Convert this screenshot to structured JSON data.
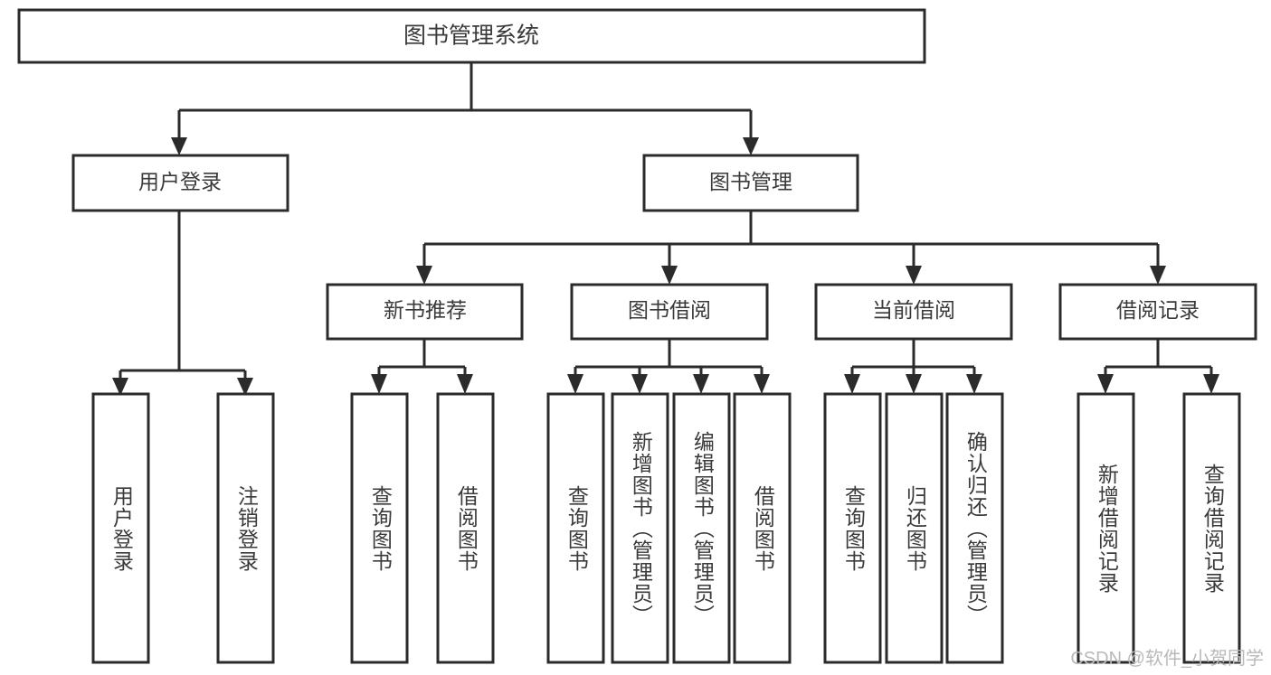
{
  "diagram": {
    "type": "hierarchy-tree",
    "title": "图书管理系统",
    "root": {
      "id": "root",
      "label": "图书管理系统"
    },
    "level1": [
      {
        "id": "user-login",
        "label": "用户登录"
      },
      {
        "id": "book-management",
        "label": "图书管理"
      }
    ],
    "level2": [
      {
        "id": "new-book-recommend",
        "label": "新书推荐",
        "parent": "book-management"
      },
      {
        "id": "book-borrow",
        "label": "图书借阅",
        "parent": "book-management"
      },
      {
        "id": "current-borrow",
        "label": "当前借阅",
        "parent": "book-management"
      },
      {
        "id": "borrow-record",
        "label": "借阅记录",
        "parent": "book-management"
      }
    ],
    "leaves": {
      "user-login": [
        {
          "id": "leaf-user-login",
          "label": "用户登录"
        },
        {
          "id": "leaf-user-logout",
          "label": "注销登录"
        }
      ],
      "new-book-recommend": [
        {
          "id": "leaf-query-book-1",
          "label": "查询图书"
        },
        {
          "id": "leaf-borrow-book-1",
          "label": "借阅图书"
        }
      ],
      "book-borrow": [
        {
          "id": "leaf-query-book-2",
          "label": "查询图书"
        },
        {
          "id": "leaf-add-book",
          "label": "新增图书（管理员）"
        },
        {
          "id": "leaf-edit-book",
          "label": "编辑图书（管理员）"
        },
        {
          "id": "leaf-borrow-book-2",
          "label": "借阅图书"
        }
      ],
      "current-borrow": [
        {
          "id": "leaf-query-book-3",
          "label": "查询图书"
        },
        {
          "id": "leaf-return-book",
          "label": "归还图书"
        },
        {
          "id": "leaf-confirm-return",
          "label": "确认归还（管理员）"
        }
      ],
      "borrow-record": [
        {
          "id": "leaf-add-record",
          "label": "新增借阅记录"
        },
        {
          "id": "leaf-query-record",
          "label": "查询借阅记录"
        }
      ]
    },
    "colors": {
      "stroke": "#2b2b2b",
      "fill": "#ffffff",
      "text": "#3a3a3a",
      "watermark": "#b9b9b9",
      "background": "#ffffff"
    }
  },
  "watermark": {
    "text": "CSDN @软件_小贺同学"
  }
}
